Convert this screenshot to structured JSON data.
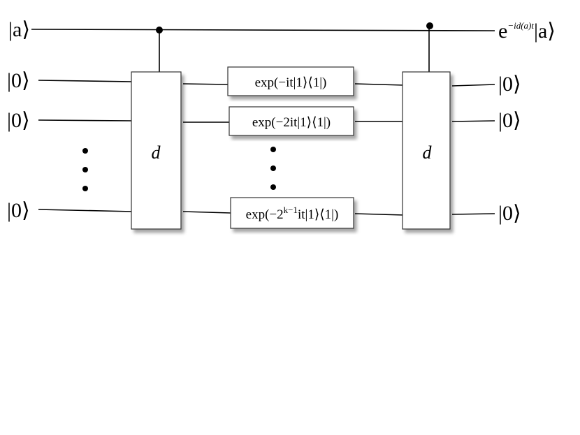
{
  "circuit": {
    "inputs": {
      "ancilla": "|a⟩",
      "reg1": "|0⟩",
      "reg2": "|0⟩",
      "reg3": "|0⟩"
    },
    "outputs": {
      "ancilla_prefix": "e",
      "ancilla_exponent": "−id(a)t",
      "ancilla_ket": "|a⟩",
      "reg1": "|0⟩",
      "reg2": "|0⟩",
      "reg3": "|0⟩"
    },
    "left_gate": "d",
    "right_gate": "d",
    "phase_gates": {
      "g1_text": "exp(−it|1⟩⟨1|)",
      "g2_text": "exp(−2it|1⟩⟨1|)",
      "g3_prefix": "exp(−2",
      "g3_exponent": "k−1",
      "g3_suffix": "it|1⟩⟨1|)"
    },
    "ellipsis": "⋮"
  }
}
